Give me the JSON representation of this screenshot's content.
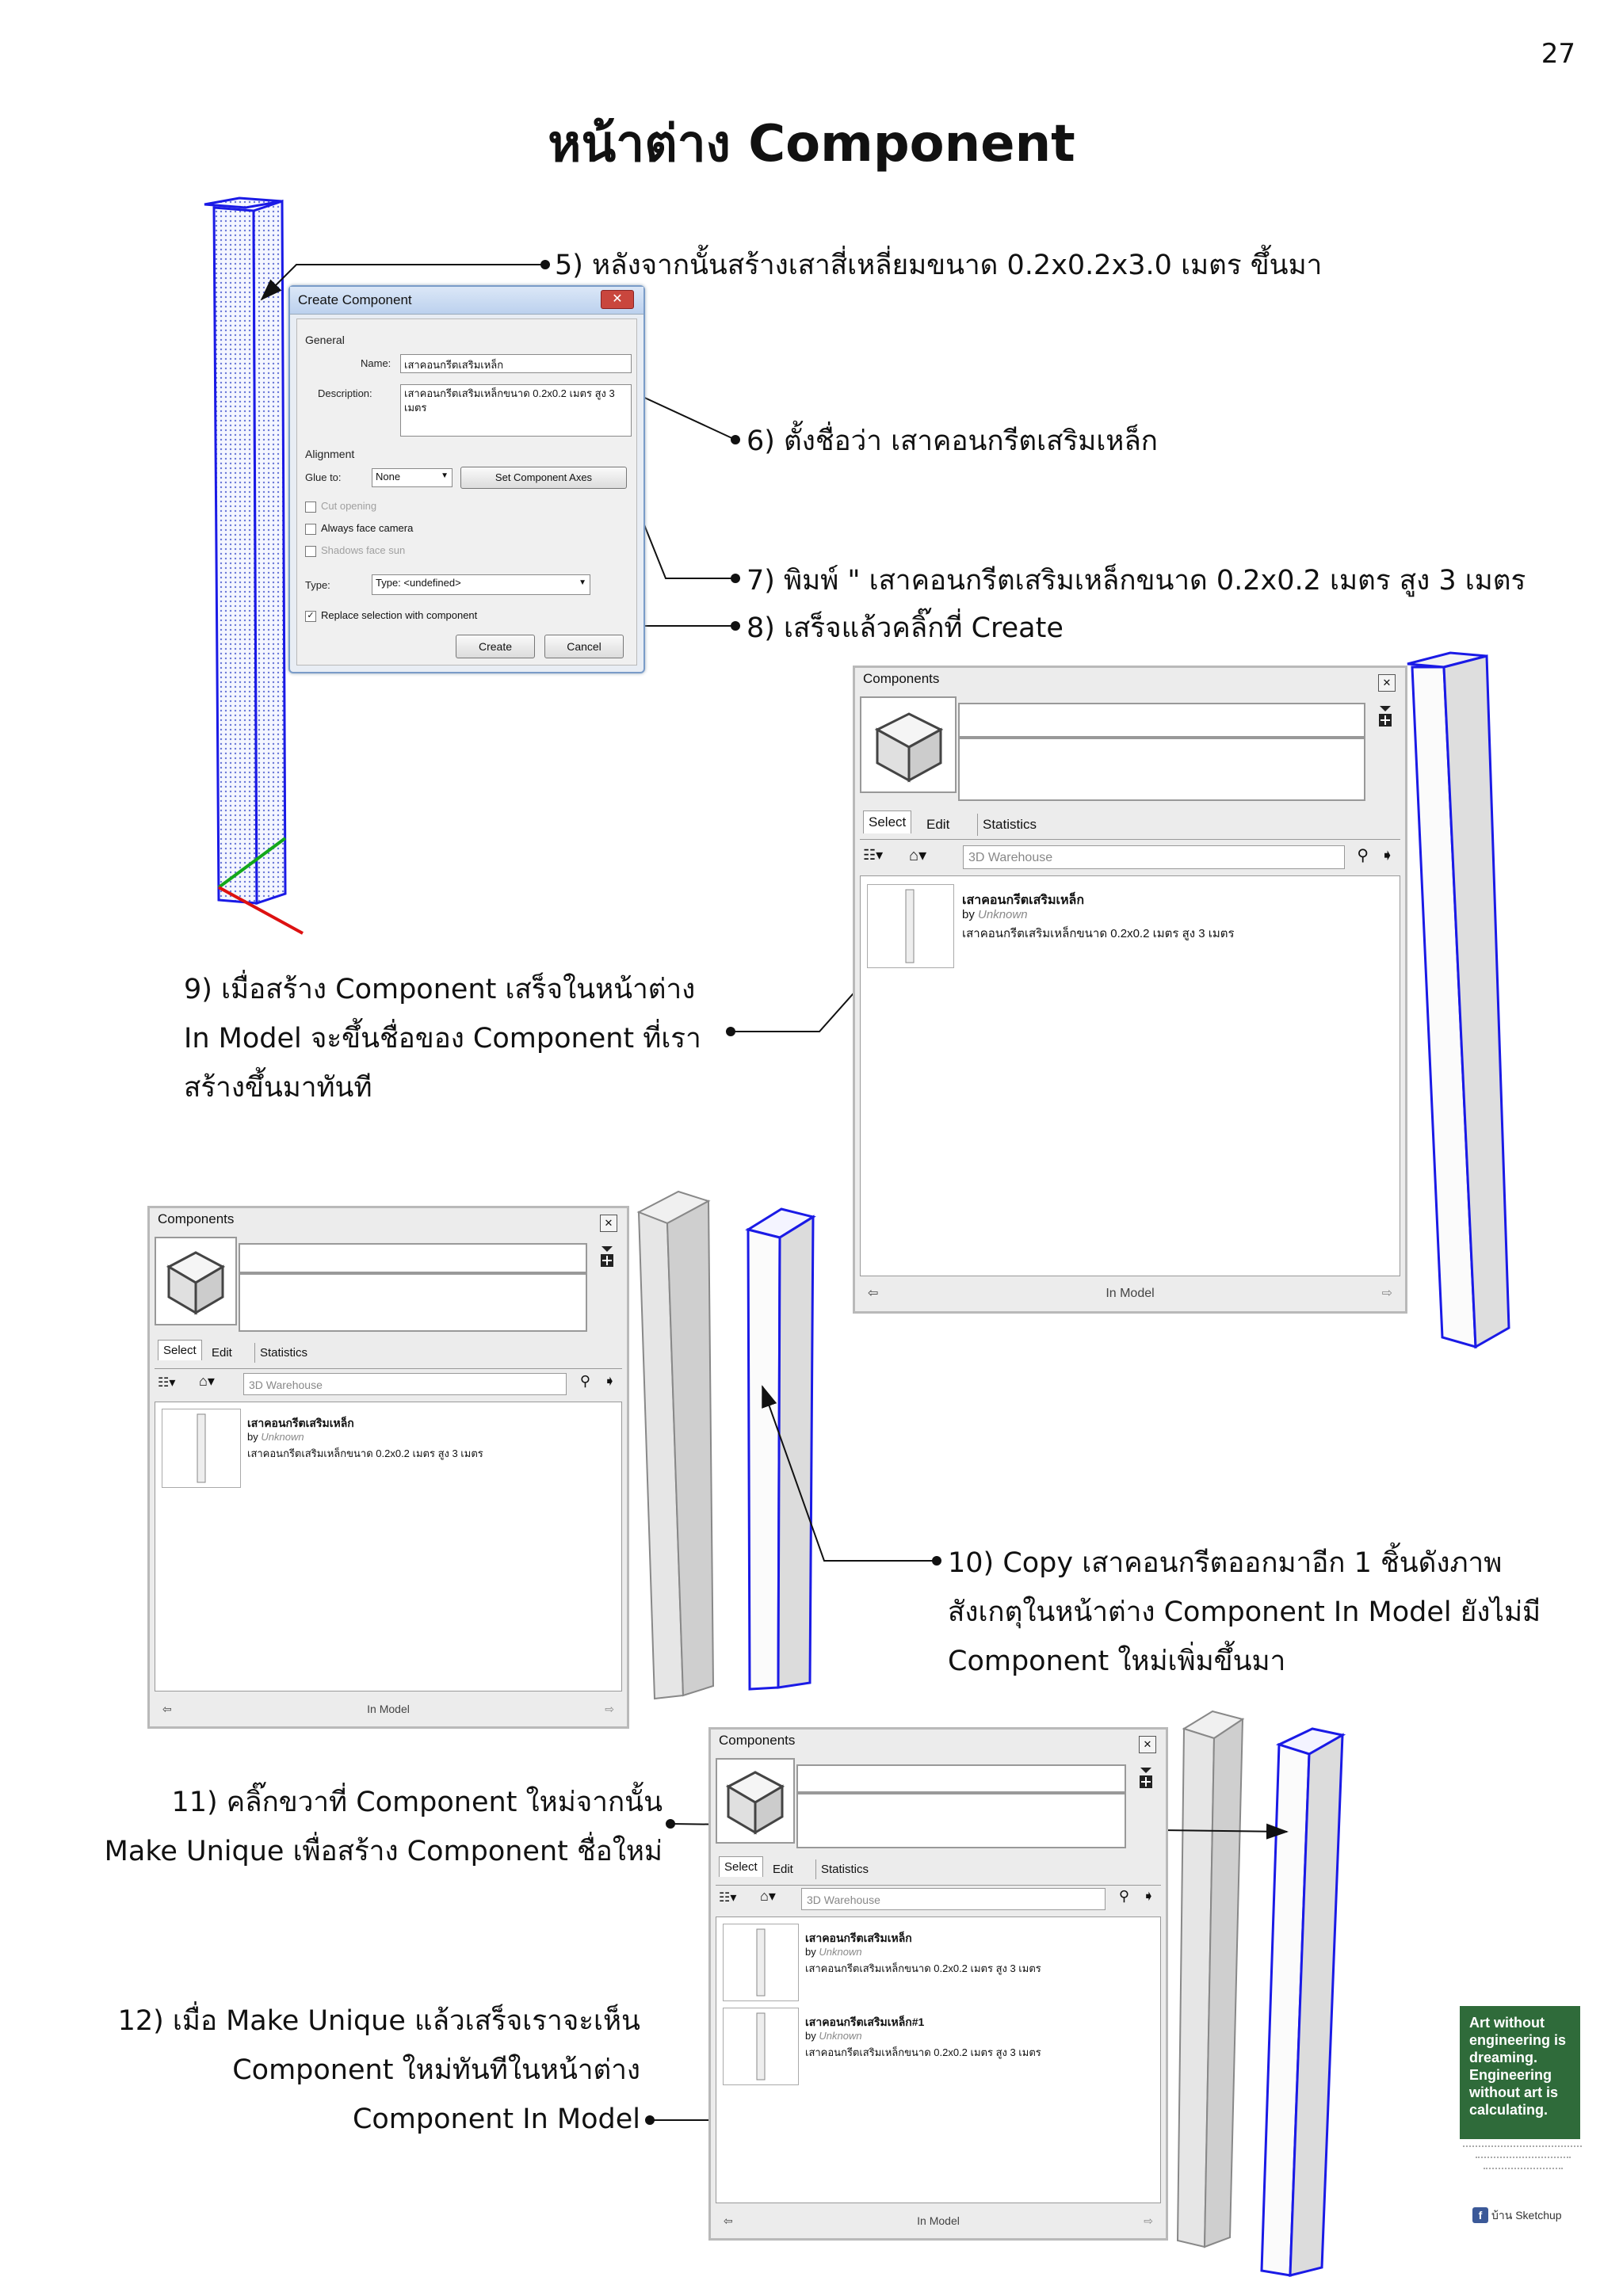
{
  "page_number": "27",
  "title": "หน้าต่าง Component",
  "captions": {
    "c5": "5) หลังจากนั้นสร้างเสาสี่เหลี่ยมขนาด 0.2x0.2x3.0 เมตร ขึ้นมา",
    "c6": "6) ตั้งชื่อว่า เสาคอนกรีตเสริมเหล็ก",
    "c7": "7) พิมพ์ \" เสาคอนกรีตเสริมเหล็กขนาด 0.2x0.2 เมตร สูง 3 เมตร",
    "c8": "8) เสร็จแล้วคลิ๊กที่ Create",
    "c9": [
      "9) เมื่อสร้าง  Component เสร็จในหน้าต่าง",
      "In Model จะขึ้นชื่อของ Component ที่เรา",
      "สร้างขึ้นมาทันที"
    ],
    "c10": [
      "10) Copy เสาคอนกรีตออกมาอีก 1 ชิ้นดังภาพ",
      "สังเกตุในหน้าต่าง Component In Model ยังไม่มี",
      "Component ใหม่เพิ่มขึ้นมา"
    ],
    "c11": [
      "11) คลิ๊กขวาที่ Component ใหม่จากนั้น",
      "Make Unique เพื่อสร้าง Component ชื่อใหม่"
    ],
    "c12": [
      "12) เมื่อ Make Unique แล้วเสร็จเราจะเห็น",
      "Component ใหม่ทันทีในหน้าต่าง",
      "Component In Model"
    ]
  },
  "dialog": {
    "title": "Create Component",
    "close": "✕",
    "general": "General",
    "name_label": "Name:",
    "name_value": "เสาคอนกรีตเสริมเหล็ก",
    "desc_label": "Description:",
    "desc_value": "เสาคอนกรีตเสริมเหล็กขนาด 0.2x0.2 เมตร สูง 3 เมตร",
    "alignment": "Alignment",
    "glue_label": "Glue to:",
    "glue_value": "None",
    "set_axes": "Set Component Axes",
    "cut_opening": "Cut opening",
    "always_face": "Always face camera",
    "shadows": "Shadows face sun",
    "type_label": "Type:",
    "type_value": "Type: <undefined>",
    "replace": "Replace selection with component",
    "create": "Create",
    "cancel": "Cancel"
  },
  "panel": {
    "title": "Components",
    "tab_select": "Select",
    "tab_edit": "Edit",
    "tab_stats": "Statistics",
    "search": "3D Warehouse",
    "footer": "In Model",
    "item1_name": "เสาคอนกรีตเสริมเหล็ก",
    "item2_name": "เสาคอนกรีตเสริมเหล็ก#1",
    "by": "by",
    "author": "Unknown",
    "item_desc": "เสาคอนกรีตเสริมเหล็กขนาด 0.2x0.2 เมตร สูง 3 เมตร"
  },
  "logo": {
    "text": "Art without engineering is dreaming. Engineering without art is calculating.",
    "fb": "บ้าน Sketchup"
  },
  "colors": {
    "blue_edge": "#1a1ae6",
    "column_face": "#e2e2e2"
  }
}
